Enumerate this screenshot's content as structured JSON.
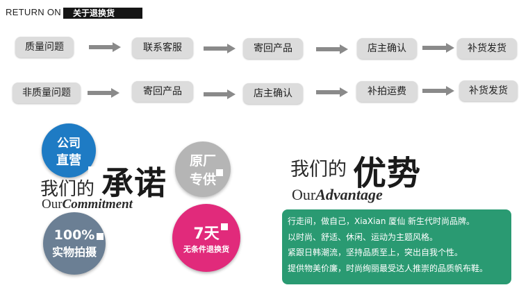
{
  "header": {
    "title_en": "RETURN ON",
    "title_cn": "关于退换货"
  },
  "flow_quality": [
    "质量问题",
    "联系客服",
    "寄回产品",
    "店主确认",
    "补货发货"
  ],
  "flow_nonquality": [
    "非质量问题",
    "寄回产品",
    "店主确认",
    "补拍运费",
    "补货发货"
  ],
  "commitment": {
    "heading_thin": "我们的",
    "heading_bold": "承诺",
    "en_prefix": "Our",
    "en_bold": "Commitment",
    "badges": [
      {
        "line1": "公司",
        "line2": "直营",
        "color": "#1e7bc4"
      },
      {
        "line1": "原厂",
        "line2": "专供",
        "color": "#b5b5b5"
      },
      {
        "line1": "100%",
        "line2": "实物拍摄",
        "color": "#6b7f94"
      },
      {
        "line1": "7天",
        "line2": "无条件退换货",
        "color": "#e12a7b"
      }
    ]
  },
  "advantage": {
    "heading_thin": "我们的",
    "heading_bold": "优势",
    "en_prefix": "Our",
    "en_bold": "Advantage",
    "lines": [
      "行走间，做自己，XiaXian 厦仙 新生代时尚品牌。",
      "以时尚、舒适、休闲、运动为主题风格。",
      "紧跟日韩潮流，坚持品质至上，突出自我个性。",
      "提供物美价廉，时尚绚丽最受达人推崇的品质帆布鞋。"
    ],
    "box_color": "#2a9a72"
  }
}
